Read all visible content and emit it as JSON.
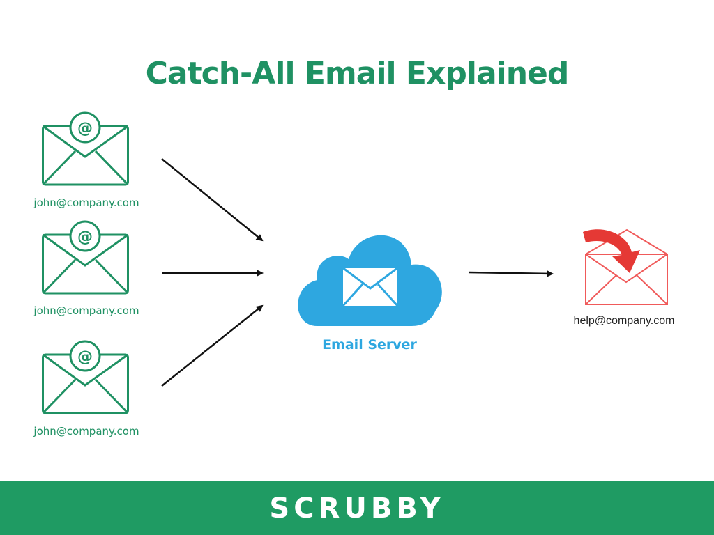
{
  "title": "Catch-All Email Explained",
  "senders": [
    {
      "address": "john@company.com"
    },
    {
      "address": "john@company.com"
    },
    {
      "address": "john@company.com"
    }
  ],
  "server": {
    "label": "Email Server"
  },
  "destination": {
    "address": "help@company.com"
  },
  "footer": {
    "brand": "SCRUBBY"
  },
  "colors": {
    "brand_green": "#1f9b63",
    "title_green": "#1f9163",
    "cloud_blue": "#2ea7e0",
    "inbox_red": "#f05a5a",
    "arrow": "#111111"
  }
}
